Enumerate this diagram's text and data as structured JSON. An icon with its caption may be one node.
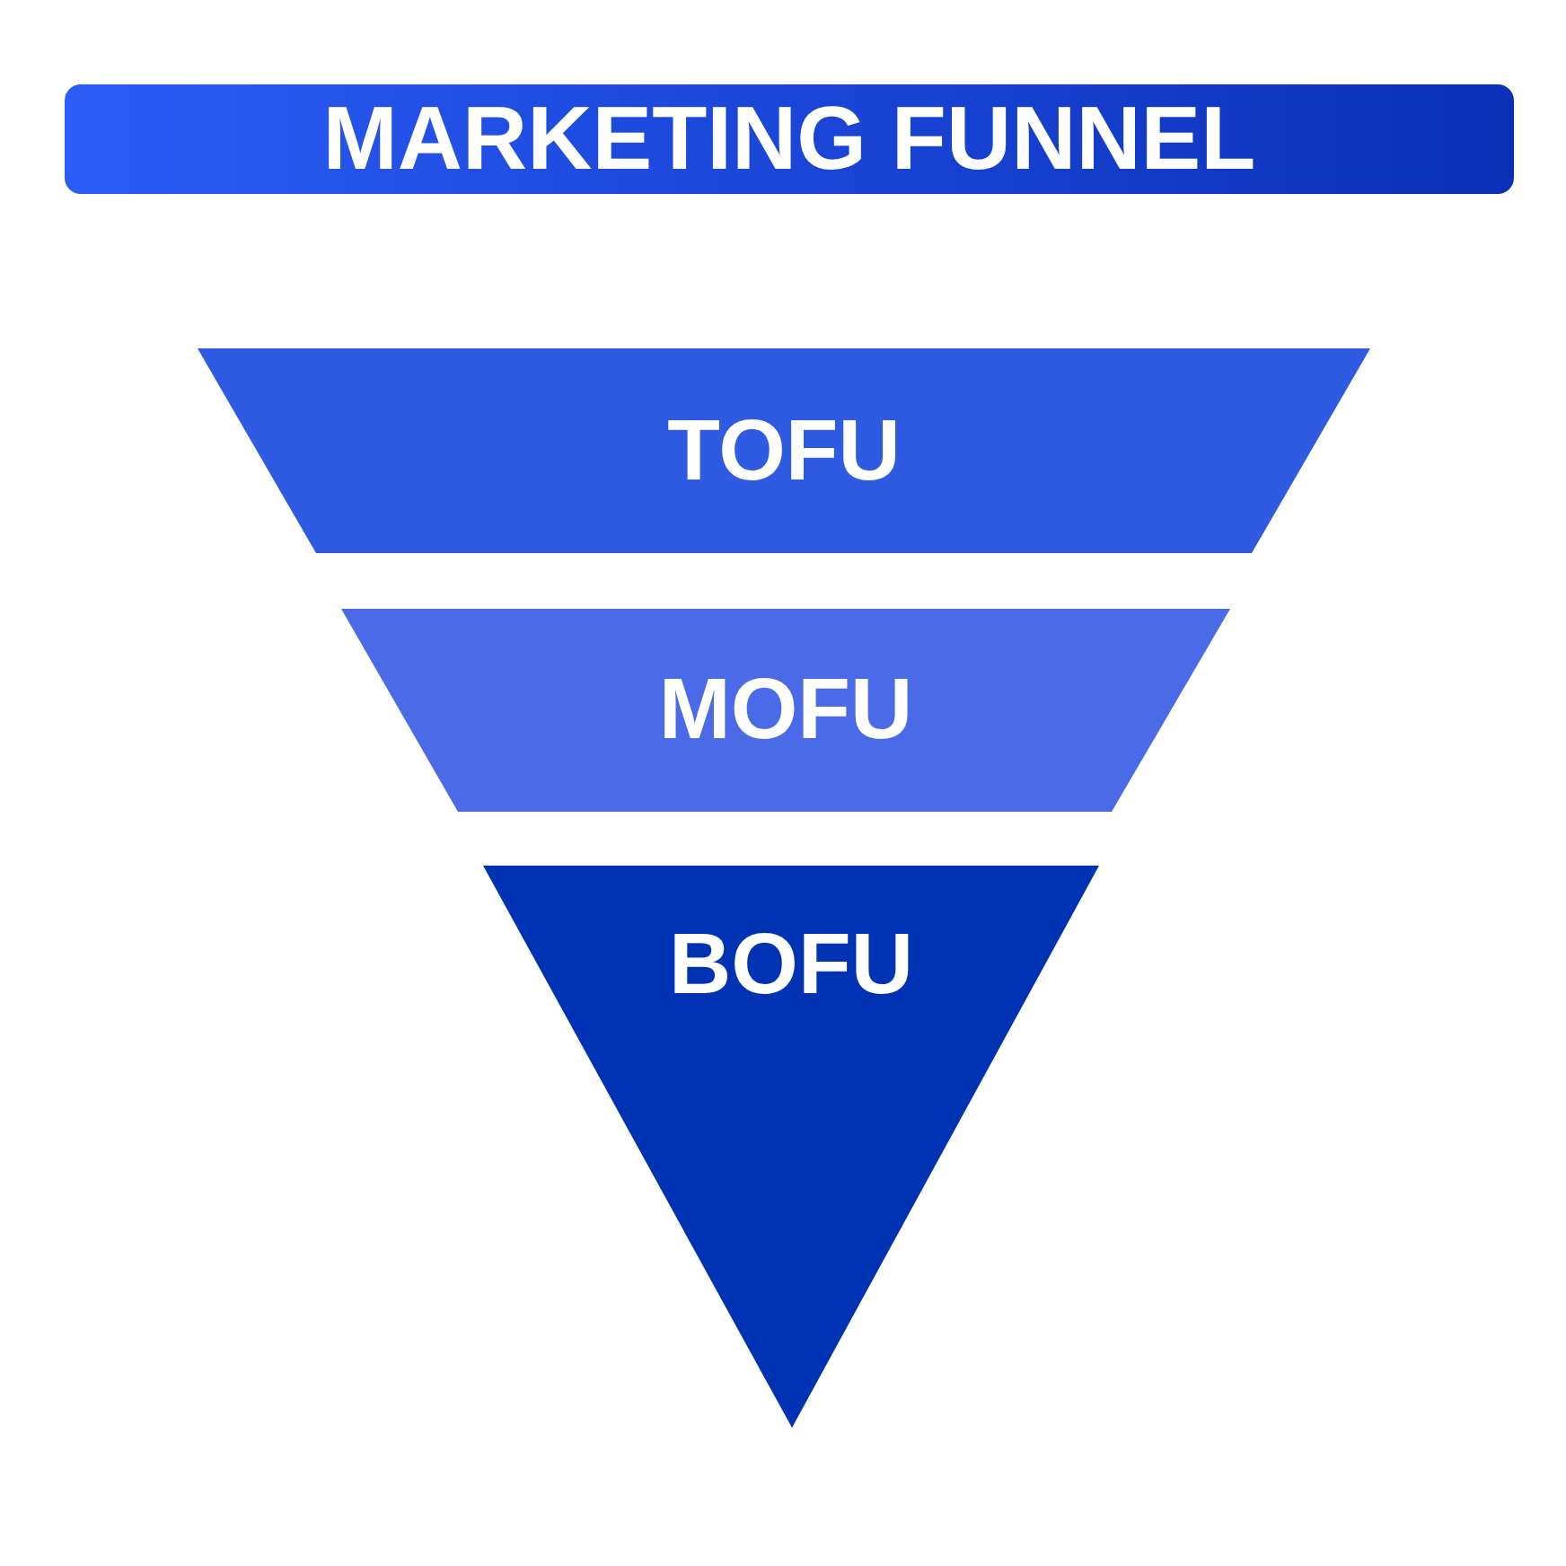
{
  "diagram": {
    "title": "MARKETING FUNNEL",
    "nodes": [
      {
        "text": [
          "TOFU"
        ]
      },
      {
        "text": [
          "MOFU"
        ]
      },
      {
        "text": [
          "BOFU"
        ]
      }
    ]
  }
}
